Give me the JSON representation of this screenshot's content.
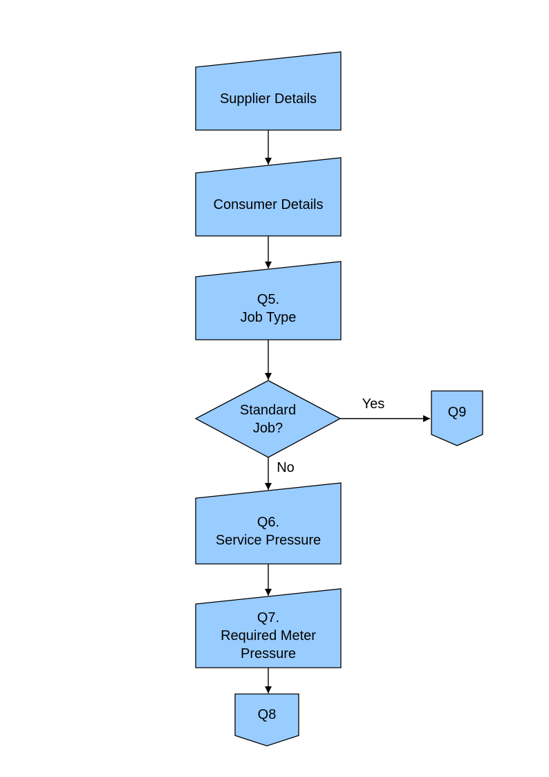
{
  "page": {
    "background": "#ffffff"
  },
  "diagram": {
    "node_fill": "#99ccff",
    "node_stroke": "#000000",
    "nodes": {
      "supplier": {
        "lines": [
          "Supplier Details"
        ]
      },
      "consumer": {
        "lines": [
          "Consumer Details"
        ]
      },
      "q5": {
        "lines": [
          "Q5.",
          "Job Type"
        ]
      },
      "decision": {
        "lines": [
          "Standard",
          "Job?"
        ]
      },
      "q9": {
        "lines": [
          "Q9"
        ]
      },
      "q6": {
        "lines": [
          "Q6.",
          "Service Pressure"
        ]
      },
      "q7": {
        "lines": [
          "Q7.",
          "Required Meter",
          "Pressure"
        ]
      },
      "q8": {
        "lines": [
          "Q8"
        ]
      }
    },
    "edge_labels": {
      "yes": "Yes",
      "no": "No"
    }
  }
}
